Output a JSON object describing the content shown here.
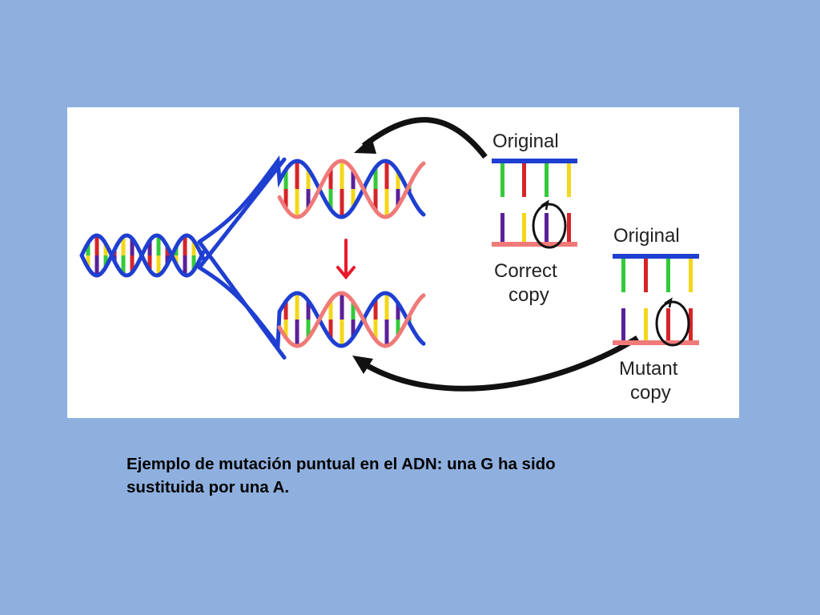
{
  "diagram": {
    "labels": {
      "original_top": "Original",
      "correct_copy_line1": "Correct",
      "correct_copy_line2": "copy",
      "original_bottom": "Original",
      "mutant_copy_line1": "Mutant",
      "mutant_copy_line2": "copy"
    },
    "colors": {
      "blue_strand": "#1f3fd1",
      "red_strand": "#ef7a78",
      "base_green": "#34c93a",
      "base_red": "#d62428",
      "base_yellow": "#f3d71a",
      "base_purple": "#5b2098",
      "arrow_black": "#111111",
      "arrow_red": "#e8192c"
    }
  },
  "caption": {
    "line1": "Ejemplo de mutación puntual en el ADN: una G ha sido",
    "line2": "sustituida por una A."
  }
}
